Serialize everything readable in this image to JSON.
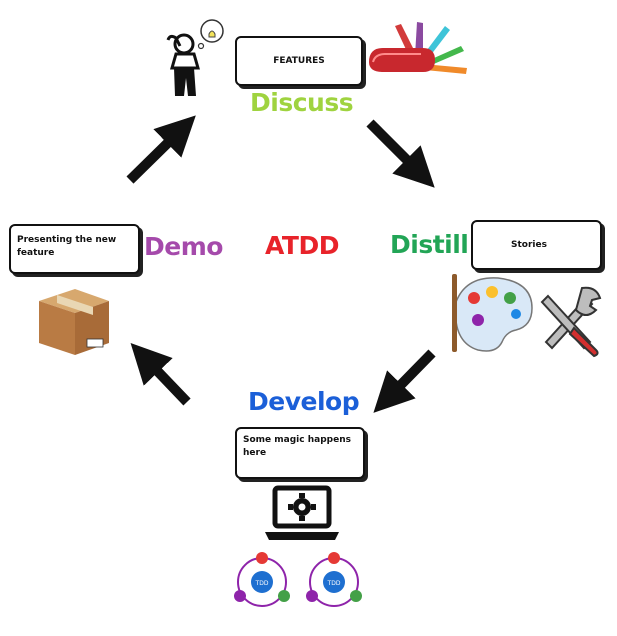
{
  "center": {
    "label": "ATDD",
    "color": "#e8232a"
  },
  "phases": {
    "discuss": {
      "label": "Discuss",
      "color": "#9fd33f",
      "note": "FEATURES"
    },
    "distill": {
      "label": "Distill",
      "color": "#22a556",
      "note": "Stories"
    },
    "develop": {
      "label": "Develop",
      "color": "#1b5fd8",
      "note": "Some magic happens here"
    },
    "demo": {
      "label": "Demo",
      "color": "#a54aab",
      "note": "Presenting the new feature"
    }
  },
  "tdd_label": "TDD",
  "icons": [
    "thinking-person-icon",
    "swiss-knife-icon",
    "paint-palette-icon",
    "tools-icon",
    "laptop-gear-icon",
    "tdd-cycle-icon",
    "cardboard-box-icon"
  ]
}
